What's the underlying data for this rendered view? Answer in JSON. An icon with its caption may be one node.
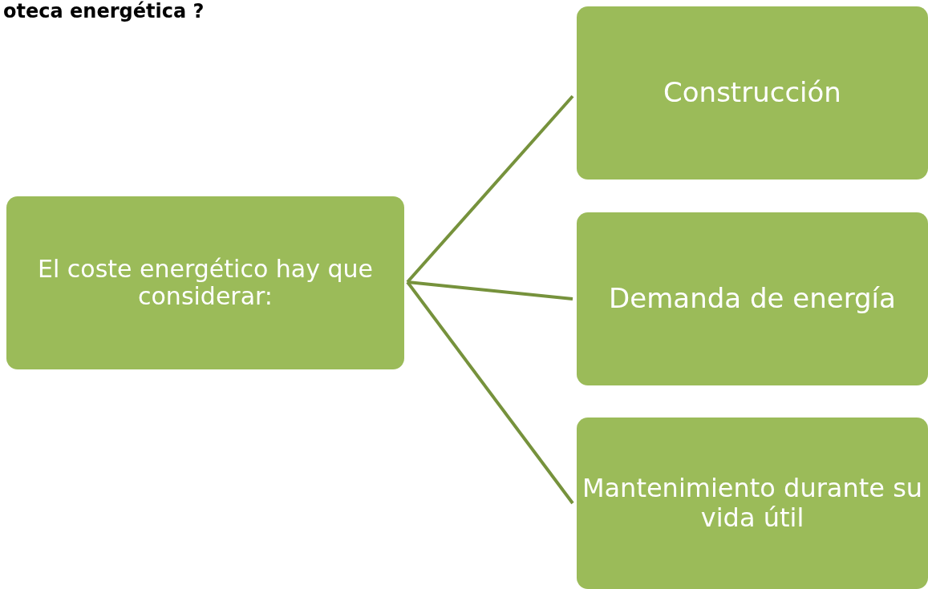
{
  "diagram": {
    "title": "oteca energética ?",
    "nodes": [
      {
        "text": [
          "El coste energético hay que considerar:"
        ]
      },
      {
        "text": [
          "Construcción"
        ]
      },
      {
        "text": [
          "Demanda de energía"
        ]
      },
      {
        "text": [
          "Mantenimiento durante su vida útil"
        ]
      }
    ],
    "edges": [
      {
        "from": 0,
        "to": 1,
        "arrow": "none"
      },
      {
        "from": 0,
        "to": 2,
        "arrow": "none"
      },
      {
        "from": 0,
        "to": 3,
        "arrow": "none"
      }
    ]
  }
}
